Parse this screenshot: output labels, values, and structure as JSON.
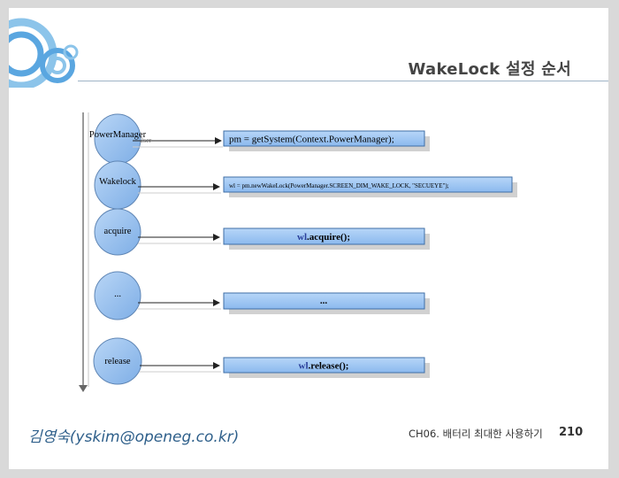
{
  "slide": {
    "title": "WakeLock 설정 순서",
    "footer_author": "김영숙(yskim@openeg.co.kr)",
    "footer_chapter": "CH06. 배터리 최대한 사용하기",
    "page_number": "210"
  },
  "diagram": {
    "steps": [
      {
        "circle_label": "PowerManager",
        "box_text": "pm = getSystem(Context.PowerManager);"
      },
      {
        "circle_label": "Wakelock",
        "box_text": "wl = pm.newWakeLock(PowerManager.SCREEN_DIM_WAKE_LOCK, \"SECUEYE\");"
      },
      {
        "circle_label": "acquire",
        "box_text_prefix": "wl",
        "box_text": ".acquire();"
      },
      {
        "circle_label": "...",
        "box_text": "..."
      },
      {
        "circle_label": "release",
        "box_text_prefix": "wl",
        "box_text": ".release();"
      }
    ],
    "stray_text": "2ser"
  },
  "colors": {
    "circle_fill": "#8fb8ea",
    "box_fill": "#9cc4f2",
    "logo_blue": "#5aa6e0",
    "title_rule": "#9fb3c6"
  }
}
